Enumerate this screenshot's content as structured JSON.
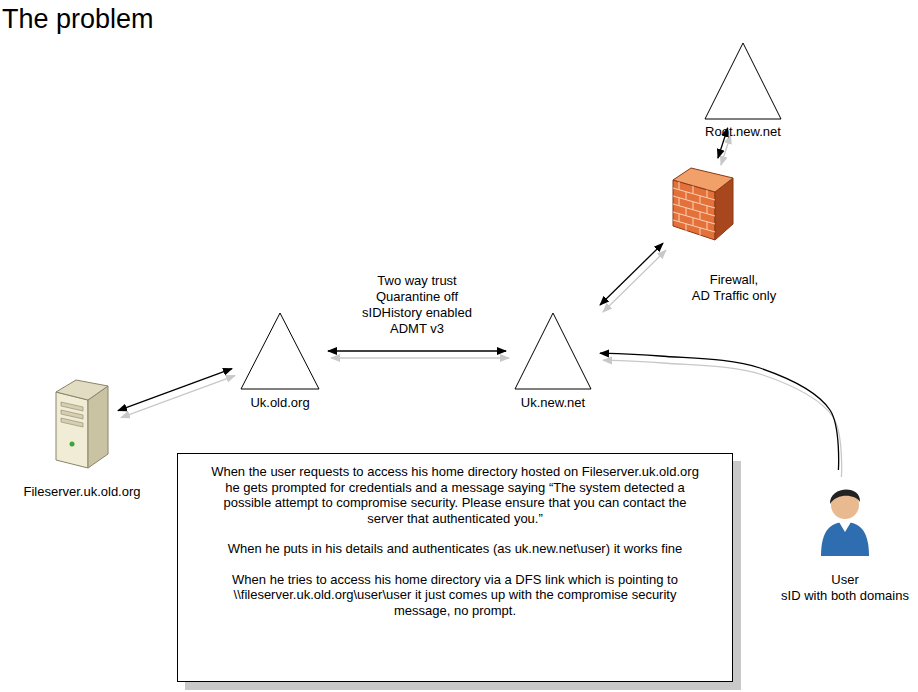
{
  "diagram": {
    "title": "The problem",
    "nodes": [
      {
        "text": [
          "Root.new.net"
        ]
      },
      {
        "text": [
          "Firewall,",
          "AD Traffic only"
        ]
      },
      {
        "text": [
          "Uk.old.org"
        ]
      },
      {
        "text": [
          "Uk.new.net"
        ]
      },
      {
        "text": [
          "Fileserver.uk.old.org"
        ]
      },
      {
        "text": [
          "When the user requests to access his home directory hosted on Fileserver.uk.old.org he gets prompted for credentials and a message saying “The system detected a possible attempt to compromise security. Please ensure that you can contact the server that authenticated you.”",
          "When he puts in his details and authenticates (as uk.new.net\\user) it works fine",
          "When he tries to access his home directory via a DFS link which is pointing to \\\\fileserver.uk.old.org\\user\\user it just comes up with the compromise security message, no prompt."
        ]
      },
      {
        "text": [
          "User",
          "sID with both domains"
        ]
      }
    ],
    "edges": [
      {
        "from": 2,
        "to": 3,
        "arrow": "both",
        "label": "Two way trust Quarantine off sIDHistory enabled ADMT v3"
      },
      {
        "from": 4,
        "to": 2,
        "arrow": "both"
      },
      {
        "from": 3,
        "to": 1,
        "arrow": "both"
      },
      {
        "from": 1,
        "to": 0,
        "arrow": "both"
      },
      {
        "from": 6,
        "to": 3,
        "arrow": "to"
      }
    ]
  }
}
